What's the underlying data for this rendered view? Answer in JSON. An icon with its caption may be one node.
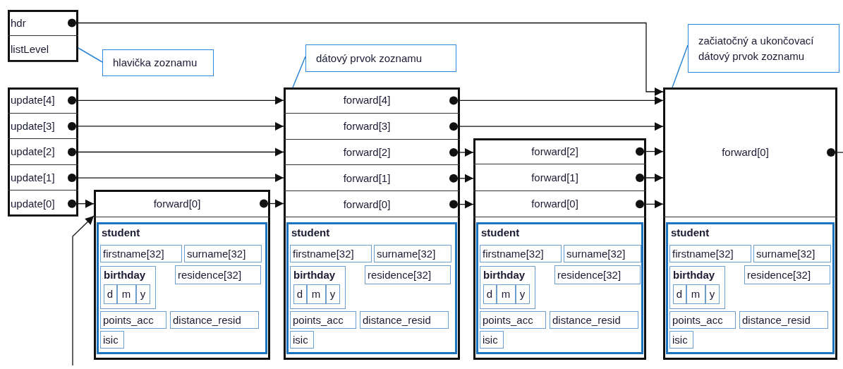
{
  "diagram": {
    "nodes": [
      {
        "text": [],
        "shape": "box"
      },
      {
        "text": [
          "hdr"
        ],
        "in": 0
      },
      {
        "text": [
          "listLevel"
        ],
        "in": 0
      },
      {
        "text": [
          "hlavička zoznamu"
        ]
      },
      {
        "text": [
          "dátový prvok zoznamu"
        ]
      },
      {
        "text": [
          "začiatočný a ukončovací dátový prvok zoznamu"
        ]
      },
      {
        "text": [],
        "shape": "box"
      },
      {
        "text": [
          "update[4]"
        ],
        "in": 6
      },
      {
        "text": [
          "update[3]"
        ],
        "in": 6
      },
      {
        "text": [
          "update[2]"
        ],
        "in": 6
      },
      {
        "text": [
          "update[1]"
        ],
        "in": 6
      },
      {
        "text": [
          "update[0]"
        ],
        "in": 6
      },
      {
        "text": [],
        "shape": "box"
      },
      {
        "text": [
          "forward[0]"
        ],
        "in": 12
      },
      {
        "text": [
          "student"
        ],
        "in": 12
      },
      {
        "text": [
          "firstname[32]"
        ],
        "in": 14
      },
      {
        "text": [
          "surname[32]"
        ],
        "in": 14
      },
      {
        "text": [
          "birthday"
        ],
        "in": 14
      },
      {
        "text": [
          "d"
        ],
        "in": 17
      },
      {
        "text": [
          "m"
        ],
        "in": 17
      },
      {
        "text": [
          "y"
        ],
        "in": 17
      },
      {
        "text": [
          "residence[32]"
        ],
        "in": 14
      },
      {
        "text": [
          "points_acc"
        ],
        "in": 14
      },
      {
        "text": [
          "distance_resid"
        ],
        "in": 14
      },
      {
        "text": [
          "isic"
        ],
        "in": 14
      },
      {
        "text": [],
        "shape": "box"
      },
      {
        "text": [
          "forward[4]"
        ],
        "in": 25
      },
      {
        "text": [
          "forward[3]"
        ],
        "in": 25
      },
      {
        "text": [
          "forward[2]"
        ],
        "in": 25
      },
      {
        "text": [
          "forward[1]"
        ],
        "in": 25
      },
      {
        "text": [
          "forward[0]"
        ],
        "in": 25
      },
      {
        "text": [
          "student"
        ],
        "in": 25
      },
      {
        "text": [
          "firstname[32]"
        ],
        "in": 31
      },
      {
        "text": [
          "surname[32]"
        ],
        "in": 31
      },
      {
        "text": [
          "birthday"
        ],
        "in": 31
      },
      {
        "text": [
          "d"
        ],
        "in": 34
      },
      {
        "text": [
          "m"
        ],
        "in": 34
      },
      {
        "text": [
          "y"
        ],
        "in": 34
      },
      {
        "text": [
          "residence[32]"
        ],
        "in": 31
      },
      {
        "text": [
          "points_acc"
        ],
        "in": 31
      },
      {
        "text": [
          "distance_resid"
        ],
        "in": 31
      },
      {
        "text": [
          "isic"
        ],
        "in": 31
      },
      {
        "text": [],
        "shape": "box"
      },
      {
        "text": [
          "forward[2]"
        ],
        "in": 42
      },
      {
        "text": [
          "forward[1]"
        ],
        "in": 42
      },
      {
        "text": [
          "forward[0]"
        ],
        "in": 42
      },
      {
        "text": [
          "student"
        ],
        "in": 42
      },
      {
        "text": [
          "firstname[32]"
        ],
        "in": 46
      },
      {
        "text": [
          "surname[32]"
        ],
        "in": 46
      },
      {
        "text": [
          "birthday"
        ],
        "in": 46
      },
      {
        "text": [
          "d"
        ],
        "in": 49
      },
      {
        "text": [
          "m"
        ],
        "in": 49
      },
      {
        "text": [
          "y"
        ],
        "in": 49
      },
      {
        "text": [
          "residence[32]"
        ],
        "in": 46
      },
      {
        "text": [
          "points_acc"
        ],
        "in": 46
      },
      {
        "text": [
          "distance_resid"
        ],
        "in": 46
      },
      {
        "text": [
          "isic"
        ],
        "in": 46
      },
      {
        "text": [],
        "shape": "box"
      },
      {
        "text": [
          "forward[0]"
        ],
        "in": 57
      },
      {
        "text": [
          "student"
        ],
        "in": 57
      },
      {
        "text": [
          "firstname[32]"
        ],
        "in": 59
      },
      {
        "text": [
          "surname[32]"
        ],
        "in": 59
      },
      {
        "text": [
          "birthday"
        ],
        "in": 59
      },
      {
        "text": [
          "d"
        ],
        "in": 62
      },
      {
        "text": [
          "m"
        ],
        "in": 62
      },
      {
        "text": [
          "y"
        ],
        "in": 62
      },
      {
        "text": [
          "residence[32]"
        ],
        "in": 59
      },
      {
        "text": [
          "points_acc"
        ],
        "in": 59
      },
      {
        "text": [
          "distance_resid"
        ],
        "in": 59
      },
      {
        "text": [
          "isic"
        ],
        "in": 59
      }
    ],
    "edges": [
      {
        "from": 1,
        "to": 58,
        "arrow": "to"
      },
      {
        "from": 3,
        "to": 0,
        "arrow": "none",
        "color": "#2e86d6"
      },
      {
        "from": 4,
        "to": 25,
        "arrow": "none",
        "color": "#2e86d6"
      },
      {
        "from": 5,
        "to": 57,
        "arrow": "none",
        "color": "#2e86d6"
      },
      {
        "from": 7,
        "to": 26,
        "arrow": "to"
      },
      {
        "from": 8,
        "to": 27,
        "arrow": "to"
      },
      {
        "from": 9,
        "to": 28,
        "arrow": "to"
      },
      {
        "from": 10,
        "to": 29,
        "arrow": "to"
      },
      {
        "from": 11,
        "to": 13,
        "arrow": "to"
      },
      {
        "from": 13,
        "to": 30,
        "arrow": "to"
      },
      {
        "from": 26,
        "to": 58,
        "arrow": "to"
      },
      {
        "from": 27,
        "to": 58,
        "arrow": "to"
      },
      {
        "from": 28,
        "to": 43,
        "arrow": "to"
      },
      {
        "from": 29,
        "to": 44,
        "arrow": "to"
      },
      {
        "from": 30,
        "to": 45,
        "arrow": "to"
      },
      {
        "from": 43,
        "to": 58,
        "arrow": "to"
      },
      {
        "from": 44,
        "to": 58,
        "arrow": "to"
      },
      {
        "from": 45,
        "to": 58,
        "arrow": "to"
      },
      {
        "from": 58,
        "to": null,
        "arrow": "other"
      },
      {
        "from": null,
        "to": 12,
        "arrow": "to"
      }
    ]
  }
}
